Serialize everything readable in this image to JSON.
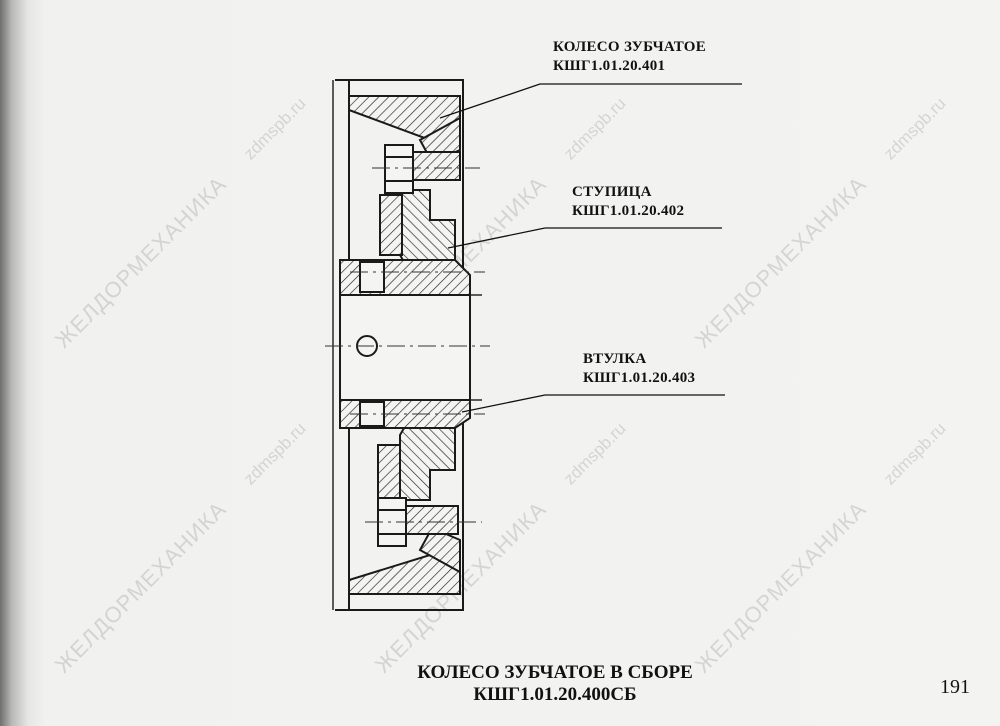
{
  "callouts": [
    {
      "name": "КОЛЕСО ЗУБЧАТОЕ",
      "code": "КШГ1.01.20.401"
    },
    {
      "name": "СТУПИЦА",
      "code": "КШГ1.01.20.402"
    },
    {
      "name": "ВТУЛКА",
      "code": "КШГ1.01.20.403"
    }
  ],
  "title": {
    "line1": "КОЛЕСО ЗУБЧАТОЕ В СБОРЕ",
    "line2": "КШГ1.01.20.400СБ"
  },
  "page_number": "191",
  "watermarks": {
    "site": "zdmspb.ru",
    "company": "ЖЕЛДОРМЕХАНИКА"
  }
}
